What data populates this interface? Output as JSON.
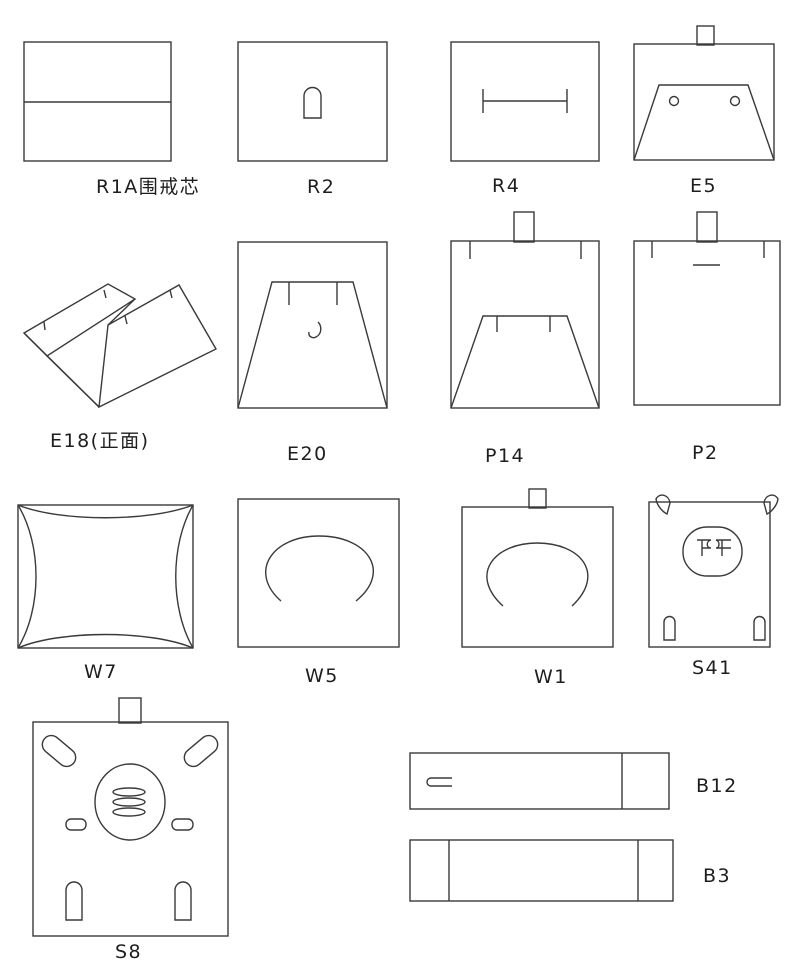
{
  "labels": {
    "r1a": "R1A围戒芯",
    "r2": "R2",
    "r4": "R4",
    "e5": "E5",
    "e18": "E18(正面)",
    "e20": "E20",
    "p14": "P14",
    "p2": "P2",
    "w7": "W7",
    "w5": "W5",
    "w1": "W1",
    "s41": "S41",
    "s8": "S8",
    "b12": "B12",
    "b3": "B3"
  },
  "colors": {
    "stroke": "#3a3a3a",
    "text": "#1e1e1e",
    "background": "#ffffff"
  }
}
